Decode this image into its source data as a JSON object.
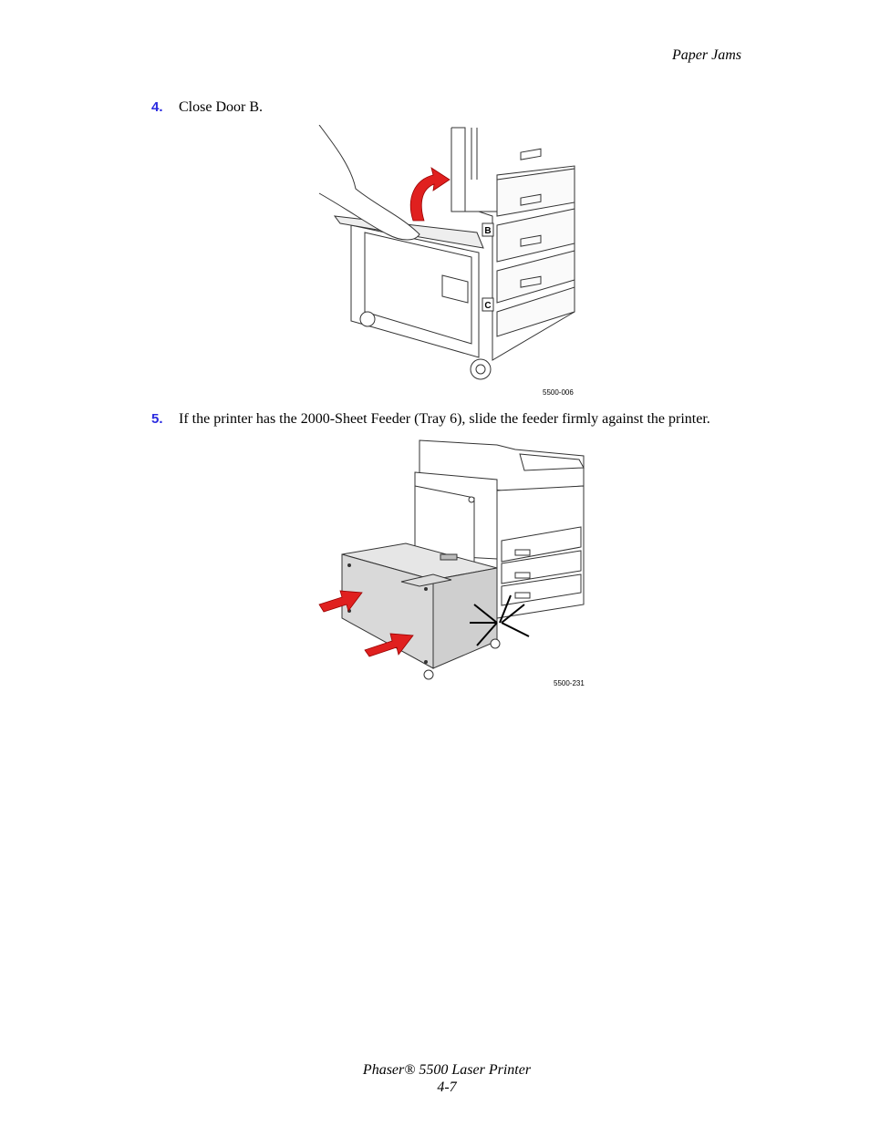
{
  "header": {
    "section": "Paper Jams"
  },
  "steps": [
    {
      "number": "4.",
      "text": "Close Door B.",
      "figure_id": "5500-006",
      "door_labels": [
        "B",
        "C"
      ]
    },
    {
      "number": "5.",
      "text": "If the printer has the 2000-Sheet Feeder (Tray 6), slide the feeder firmly against the printer.",
      "figure_id": "5500-231"
    }
  ],
  "footer": {
    "product": "Phaser® 5500 Laser Printer",
    "page": "4-7"
  },
  "colors": {
    "step_number": "#2a2ae0",
    "arrow": "#e0201f",
    "feeder": "#d9d9d9"
  },
  "icons": [
    "curved-arrow-icon",
    "push-arrow-icon",
    "impact-burst-icon"
  ]
}
